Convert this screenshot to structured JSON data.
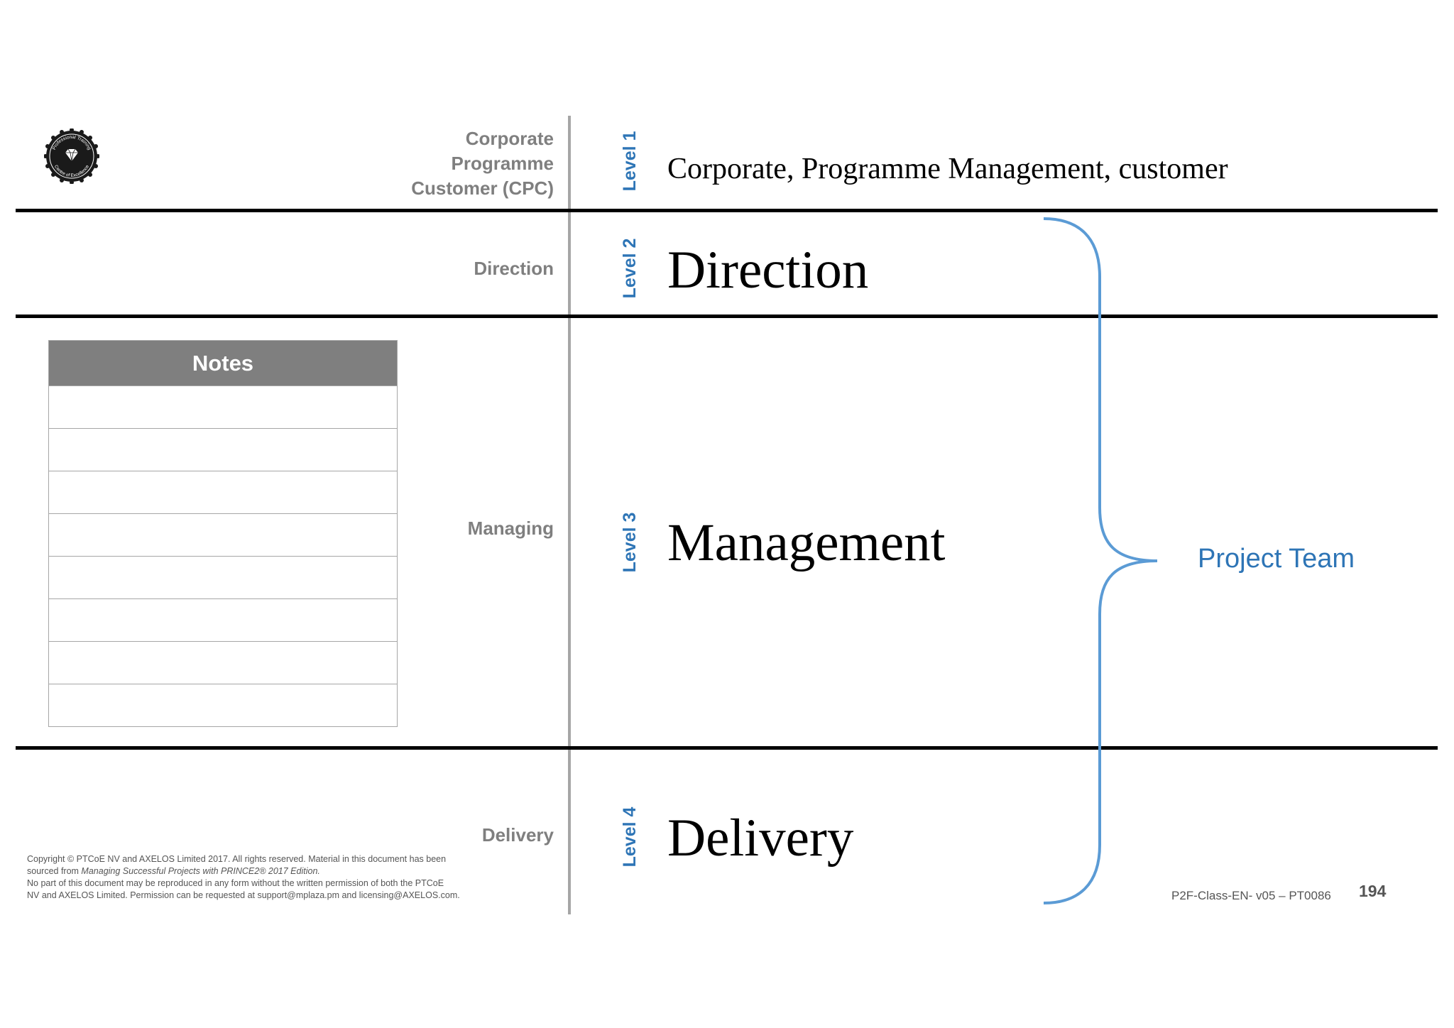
{
  "logo": {
    "text_top": "Professional Training",
    "text_bottom": "Centre of Excellence",
    "icon": "diamond-icon"
  },
  "left_labels": {
    "cpc": [
      "Corporate",
      "Programme",
      "Customer (CPC)"
    ],
    "direction": "Direction",
    "managing": "Managing",
    "delivery": "Delivery"
  },
  "levels": {
    "level1": "Level 1",
    "level2": "Level 2",
    "level3": "Level 3",
    "level4": "Level 4"
  },
  "main": {
    "level1_text": "Corporate, Programme Management, customer",
    "level2_text": "Direction",
    "level3_text": "Management",
    "level4_text": "Delivery"
  },
  "notes": {
    "header": "Notes"
  },
  "brace_label": "Project Team",
  "copyright": {
    "line1": "Copyright © PTCoE NV and AXELOS Limited 2017. All rights reserved. Material in this document has been",
    "line2_prefix": "sourced from ",
    "line2_italic": "Managing Successful Projects with PRINCE2® 2017 Edition.",
    "line3": "No part of this document may be reproduced in any form without the written permission of both the PTCoE",
    "line4": "NV and AXELOS Limited. Permission can be requested at support@mplaza.pm and licensing@AXELOS.com."
  },
  "footer": {
    "code": "P2F-Class-EN- v05 – PT0086",
    "page": "194"
  },
  "colors": {
    "accent_blue": "#2e75b6",
    "brace_blue": "#5b9bd5",
    "label_grey": "#7f7f7f",
    "divider_grey": "#a6a6a6"
  }
}
